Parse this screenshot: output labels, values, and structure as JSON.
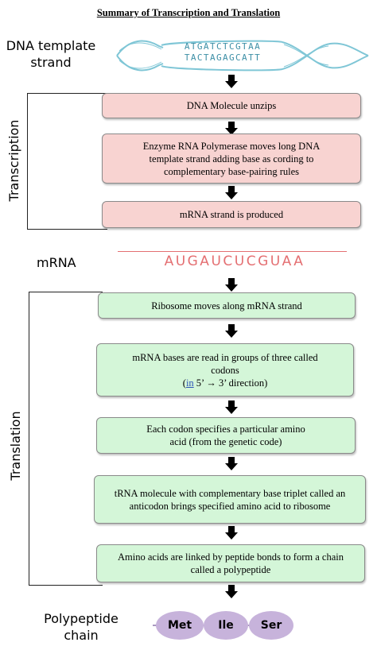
{
  "title": "Summary of Transcription and Translation",
  "labels": {
    "dna_template_line1": "DNA template",
    "dna_template_line2": "strand",
    "transcription": "Transcription",
    "mrna": "mRNA",
    "translation": "Translation",
    "polypeptide_line1": "Polypeptide",
    "polypeptide_line2": "chain"
  },
  "dna": {
    "top_strand": "ATGATCTCGTAA",
    "bottom_strand": "TACTAGAGCATT"
  },
  "mrna_sequence": "AUGAUCUCGUAA",
  "transcription_steps": [
    "DNA Molecule unzips",
    "Enzyme RNA Polymerase moves long DNA template strand adding base as cording to complementary base-pairing rules",
    "mRNA strand is produced"
  ],
  "translation_steps": [
    "Ribosome moves along mRNA strand",
    {
      "line1": "mRNA bases are read in groups of three called codons",
      "line2_pre": "(",
      "line2_link": "in",
      "line2_post": " 5’ → 3’ direction)"
    },
    "Each codon specifies a particular amino acid (from the genetic code)",
    "tRNA molecule with complementary base triplet called an anticodon brings specified amino acid to ribosome",
    "Amino acids are linked by peptide bonds to form a chain called a polypeptide"
  ],
  "amino_acids": [
    "Met",
    "Ile",
    "Ser"
  ],
  "colors": {
    "transcription_box": "#f8d3d1",
    "translation_box": "#d4f6d8",
    "dna_helix": "#7fc6d6",
    "mrna_text": "#e46f72",
    "amino_acid_bead": "#c7b3db"
  }
}
